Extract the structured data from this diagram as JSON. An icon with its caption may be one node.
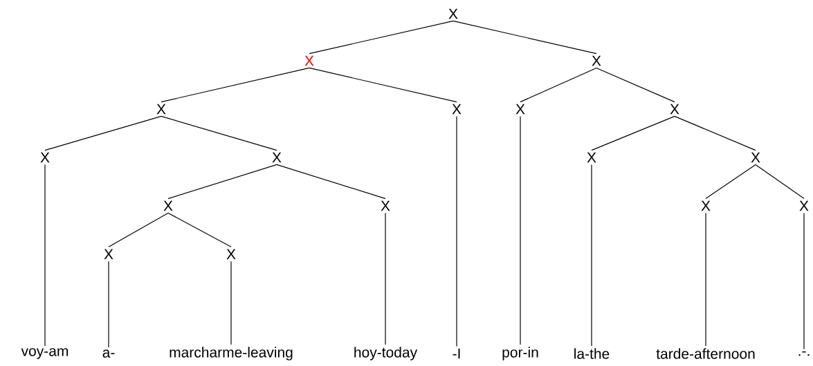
{
  "diagram": {
    "nodes": [
      {
        "text": [
          "X"
        ]
      },
      {
        "text": [
          "X"
        ]
      },
      {
        "text": [
          "X"
        ]
      },
      {
        "text": [
          "X"
        ]
      },
      {
        "text": [
          "X"
        ]
      },
      {
        "text": [
          "X"
        ]
      },
      {
        "text": [
          "X"
        ]
      },
      {
        "text": [
          "X"
        ]
      },
      {
        "text": [
          "X"
        ]
      },
      {
        "text": [
          "X"
        ]
      },
      {
        "text": [
          "X"
        ]
      },
      {
        "text": [
          "X"
        ]
      },
      {
        "text": [
          "X"
        ]
      },
      {
        "text": [
          "X"
        ]
      },
      {
        "text": [
          "X"
        ]
      },
      {
        "text": [
          "X"
        ]
      },
      {
        "text": [
          "X"
        ]
      },
      {
        "text": [
          "voy-am"
        ]
      },
      {
        "text": [
          "a-"
        ]
      },
      {
        "text": [
          "marcharme-leaving"
        ]
      },
      {
        "text": [
          "hoy-today"
        ]
      },
      {
        "text": [
          "-I"
        ]
      },
      {
        "text": [
          "por-in"
        ]
      },
      {
        "text": [
          "la-the"
        ]
      },
      {
        "text": [
          "tarde-afternoon"
        ]
      },
      {
        "text": [
          ".-."
        ]
      }
    ],
    "edges": [
      {
        "from": 0,
        "to": 1,
        "arrow": "none"
      },
      {
        "from": 0,
        "to": 2,
        "arrow": "none"
      },
      {
        "from": 1,
        "to": 3,
        "arrow": "none"
      },
      {
        "from": 1,
        "to": 4,
        "arrow": "none"
      },
      {
        "from": 2,
        "to": 5,
        "arrow": "none"
      },
      {
        "from": 2,
        "to": 6,
        "arrow": "none"
      },
      {
        "from": 3,
        "to": 7,
        "arrow": "none"
      },
      {
        "from": 3,
        "to": 8,
        "arrow": "none"
      },
      {
        "from": 6,
        "to": 9,
        "arrow": "none"
      },
      {
        "from": 6,
        "to": 10,
        "arrow": "none"
      },
      {
        "from": 8,
        "to": 11,
        "arrow": "none"
      },
      {
        "from": 8,
        "to": 12,
        "arrow": "none"
      },
      {
        "from": 10,
        "to": 13,
        "arrow": "none"
      },
      {
        "from": 10,
        "to": 14,
        "arrow": "none"
      },
      {
        "from": 11,
        "to": 15,
        "arrow": "none"
      },
      {
        "from": 11,
        "to": 16,
        "arrow": "none"
      },
      {
        "from": 7,
        "to": 17,
        "arrow": "none"
      },
      {
        "from": 15,
        "to": 18,
        "arrow": "none"
      },
      {
        "from": 16,
        "to": 19,
        "arrow": "none"
      },
      {
        "from": 12,
        "to": 20,
        "arrow": "none"
      },
      {
        "from": 4,
        "to": 21,
        "arrow": "none"
      },
      {
        "from": 5,
        "to": 22,
        "arrow": "none"
      },
      {
        "from": 9,
        "to": 23,
        "arrow": "none"
      },
      {
        "from": 13,
        "to": 24,
        "arrow": "none"
      },
      {
        "from": 14,
        "to": 25,
        "arrow": "none"
      }
    ]
  }
}
